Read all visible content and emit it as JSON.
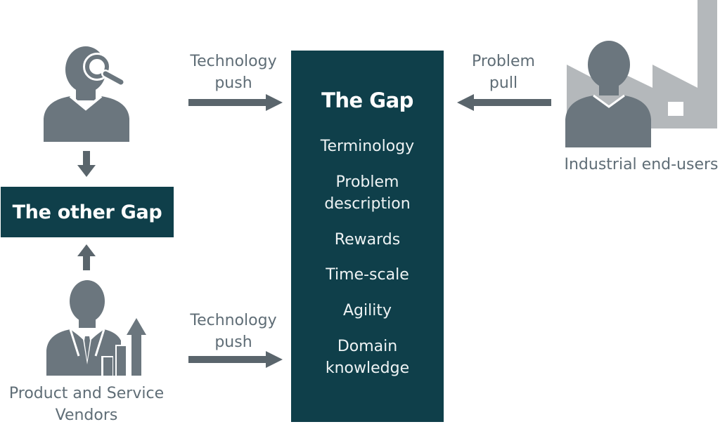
{
  "gap_box": {
    "title": "The Gap",
    "items": [
      {
        "line1": "Terminology",
        "line2": ""
      },
      {
        "line1": "Problem",
        "line2": "description"
      },
      {
        "line1": "Rewards",
        "line2": ""
      },
      {
        "line1": "Time-scale",
        "line2": ""
      },
      {
        "line1": "Agility",
        "line2": ""
      },
      {
        "line1": "Domain",
        "line2": "knowledge"
      }
    ]
  },
  "other_gap": {
    "title": "The other Gap"
  },
  "arrows": {
    "top_left": {
      "line1": "Technology",
      "line2": "push"
    },
    "bottom_left": {
      "line1": "Technology",
      "line2": "push"
    },
    "top_right": {
      "line1": "Problem",
      "line2": "pull"
    }
  },
  "actors": {
    "researcher": {
      "icon": "person-magnifier-icon"
    },
    "vendors": {
      "line1": "Product and Service",
      "line2": "Vendors",
      "icon": "businessman-growth-icon"
    },
    "industry": {
      "label": "Industrial end-users",
      "icon": "person-factory-icon"
    }
  },
  "colors": {
    "dark_box": "#0f3f4a",
    "icon_gray": "#6b767e",
    "factory_gray": "#b4b8bb",
    "text_gray": "#5f6d76"
  }
}
